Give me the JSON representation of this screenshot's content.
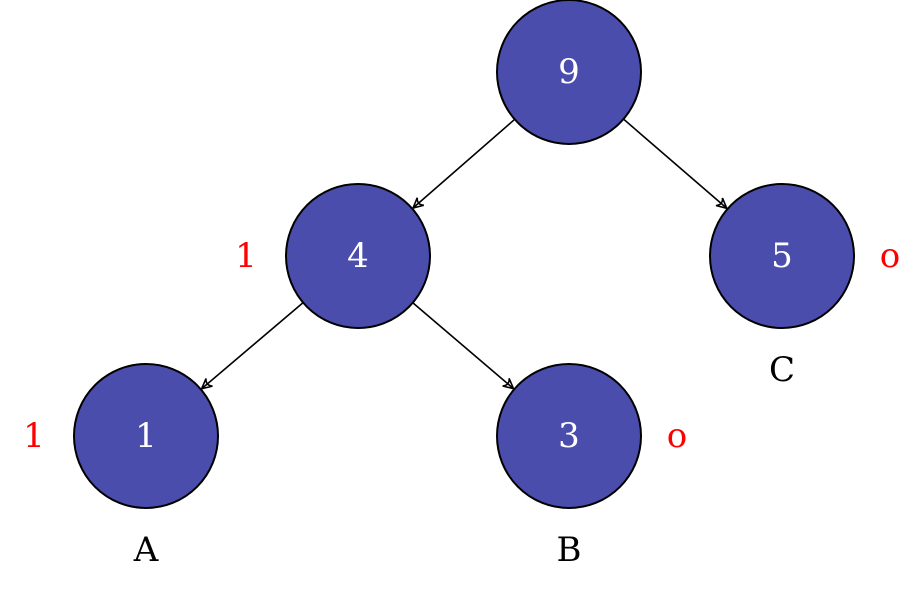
{
  "diagram": {
    "type": "binary-tree",
    "colors": {
      "node_fill": "#4B4DAD",
      "node_text": "#FFFFFF",
      "annotation": "#FF0000",
      "label": "#000000",
      "edge": "#000000"
    },
    "nodes": [
      {
        "id": "n9",
        "value": "9",
        "annotation": "",
        "annotation_side": "",
        "label": ""
      },
      {
        "id": "n4",
        "value": "4",
        "annotation": "1",
        "annotation_side": "left",
        "label": ""
      },
      {
        "id": "n5",
        "value": "5",
        "annotation": "o",
        "annotation_side": "right",
        "label": "C"
      },
      {
        "id": "n1",
        "value": "1",
        "annotation": "1",
        "annotation_side": "left",
        "label": "A"
      },
      {
        "id": "n3",
        "value": "3",
        "annotation": "o",
        "annotation_side": "right",
        "label": "B"
      }
    ],
    "edges": [
      {
        "from": "n9",
        "to": "n4"
      },
      {
        "from": "n9",
        "to": "n5"
      },
      {
        "from": "n4",
        "to": "n1"
      },
      {
        "from": "n4",
        "to": "n3"
      }
    ]
  }
}
